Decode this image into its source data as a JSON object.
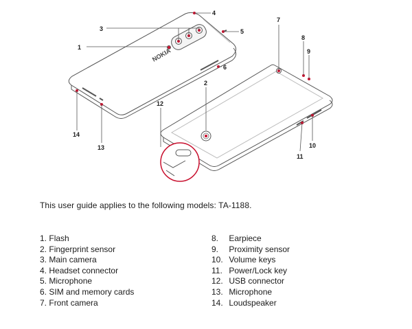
{
  "diagram": {
    "callouts": [
      "1",
      "2",
      "3",
      "4",
      "5",
      "6",
      "7",
      "8",
      "9",
      "10",
      "11",
      "12",
      "13",
      "14"
    ],
    "logo_text": "NOKIA",
    "accent_color": "#c8102e",
    "line_color": "#555555"
  },
  "intro_text": "This user guide applies to the following models: TA-1188.",
  "legend_left": [
    {
      "num": "1.",
      "label": "Flash"
    },
    {
      "num": "2.",
      "label": "Fingerprint sensor"
    },
    {
      "num": "3.",
      "label": "Main camera"
    },
    {
      "num": "4.",
      "label": "Headset connector"
    },
    {
      "num": "5.",
      "label": "Microphone"
    },
    {
      "num": "6.",
      "label": "SIM and memory cards"
    },
    {
      "num": "7.",
      "label": "Front camera"
    }
  ],
  "legend_right": [
    {
      "num": "8.",
      "label": "Earpiece"
    },
    {
      "num": "9.",
      "label": "Proximity sensor"
    },
    {
      "num": "10.",
      "label": "Volume keys"
    },
    {
      "num": "11.",
      "label": "Power/Lock key"
    },
    {
      "num": "12.",
      "label": "USB connector"
    },
    {
      "num": "13.",
      "label": "Microphone"
    },
    {
      "num": "14.",
      "label": "Loudspeaker"
    }
  ]
}
